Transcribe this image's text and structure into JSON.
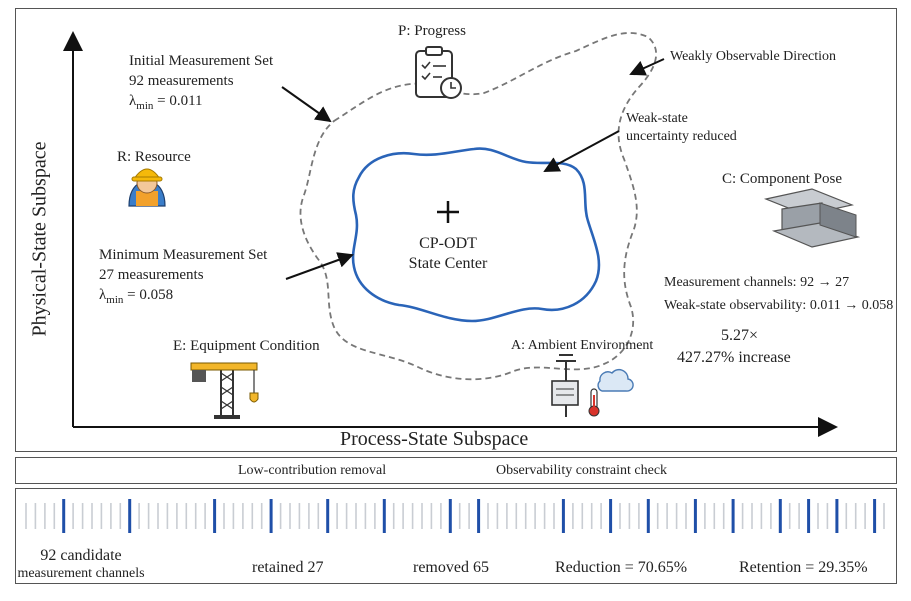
{
  "diagram": {
    "y_axis_label": "Physical-State Subspace",
    "x_axis_label": "Process-State Subspace",
    "weak_direction_label": "Weakly Observable Direction",
    "weak_state_label_1": "Weak-state",
    "weak_state_label_2": "uncertainty reduced",
    "center_label_1": "CP-ODT",
    "center_label_2": "State Center",
    "initial_set": {
      "title": "Initial Measurement Set",
      "count": "92 measurements",
      "lambda_symbol": "λ",
      "lambda_sub": "min",
      "lambda_value": " = 0.011"
    },
    "minimum_set": {
      "title": "Minimum Measurement Set",
      "count": "27 measurements",
      "lambda_symbol": "λ",
      "lambda_sub": "min",
      "lambda_value": " = 0.058"
    },
    "factors": {
      "progress": "P: Progress",
      "resource": "R: Resource",
      "component": "C: Component Pose",
      "equipment": "E: Equipment Condition",
      "ambient": "A: Ambient Environment"
    },
    "stats": {
      "channels": "Measurement channels:  92 → 27",
      "observability": "Weak-state observability:  0.011 → 0.058",
      "factor": "5.27×",
      "increase": "427.27% increase"
    }
  },
  "process_bar": {
    "step1": "Low-contribution removal",
    "step2": "Observability constraint check"
  },
  "channels": {
    "total": 92,
    "retained_indices": [
      4,
      11,
      20,
      26,
      32,
      38,
      45,
      48,
      57,
      62,
      66,
      71,
      75,
      80,
      83,
      86,
      90
    ],
    "candidate_label_1": "92  candidate",
    "candidate_label_2": "measurement channels",
    "retained": "retained  27",
    "removed": "removed  65",
    "reduction": "Reduction = 70.65%",
    "retention": "Retention = 29.35%"
  },
  "colors": {
    "retained": "#1f4fa8",
    "removed": "#c9cdd3",
    "core_boundary": "#2a64b8"
  }
}
